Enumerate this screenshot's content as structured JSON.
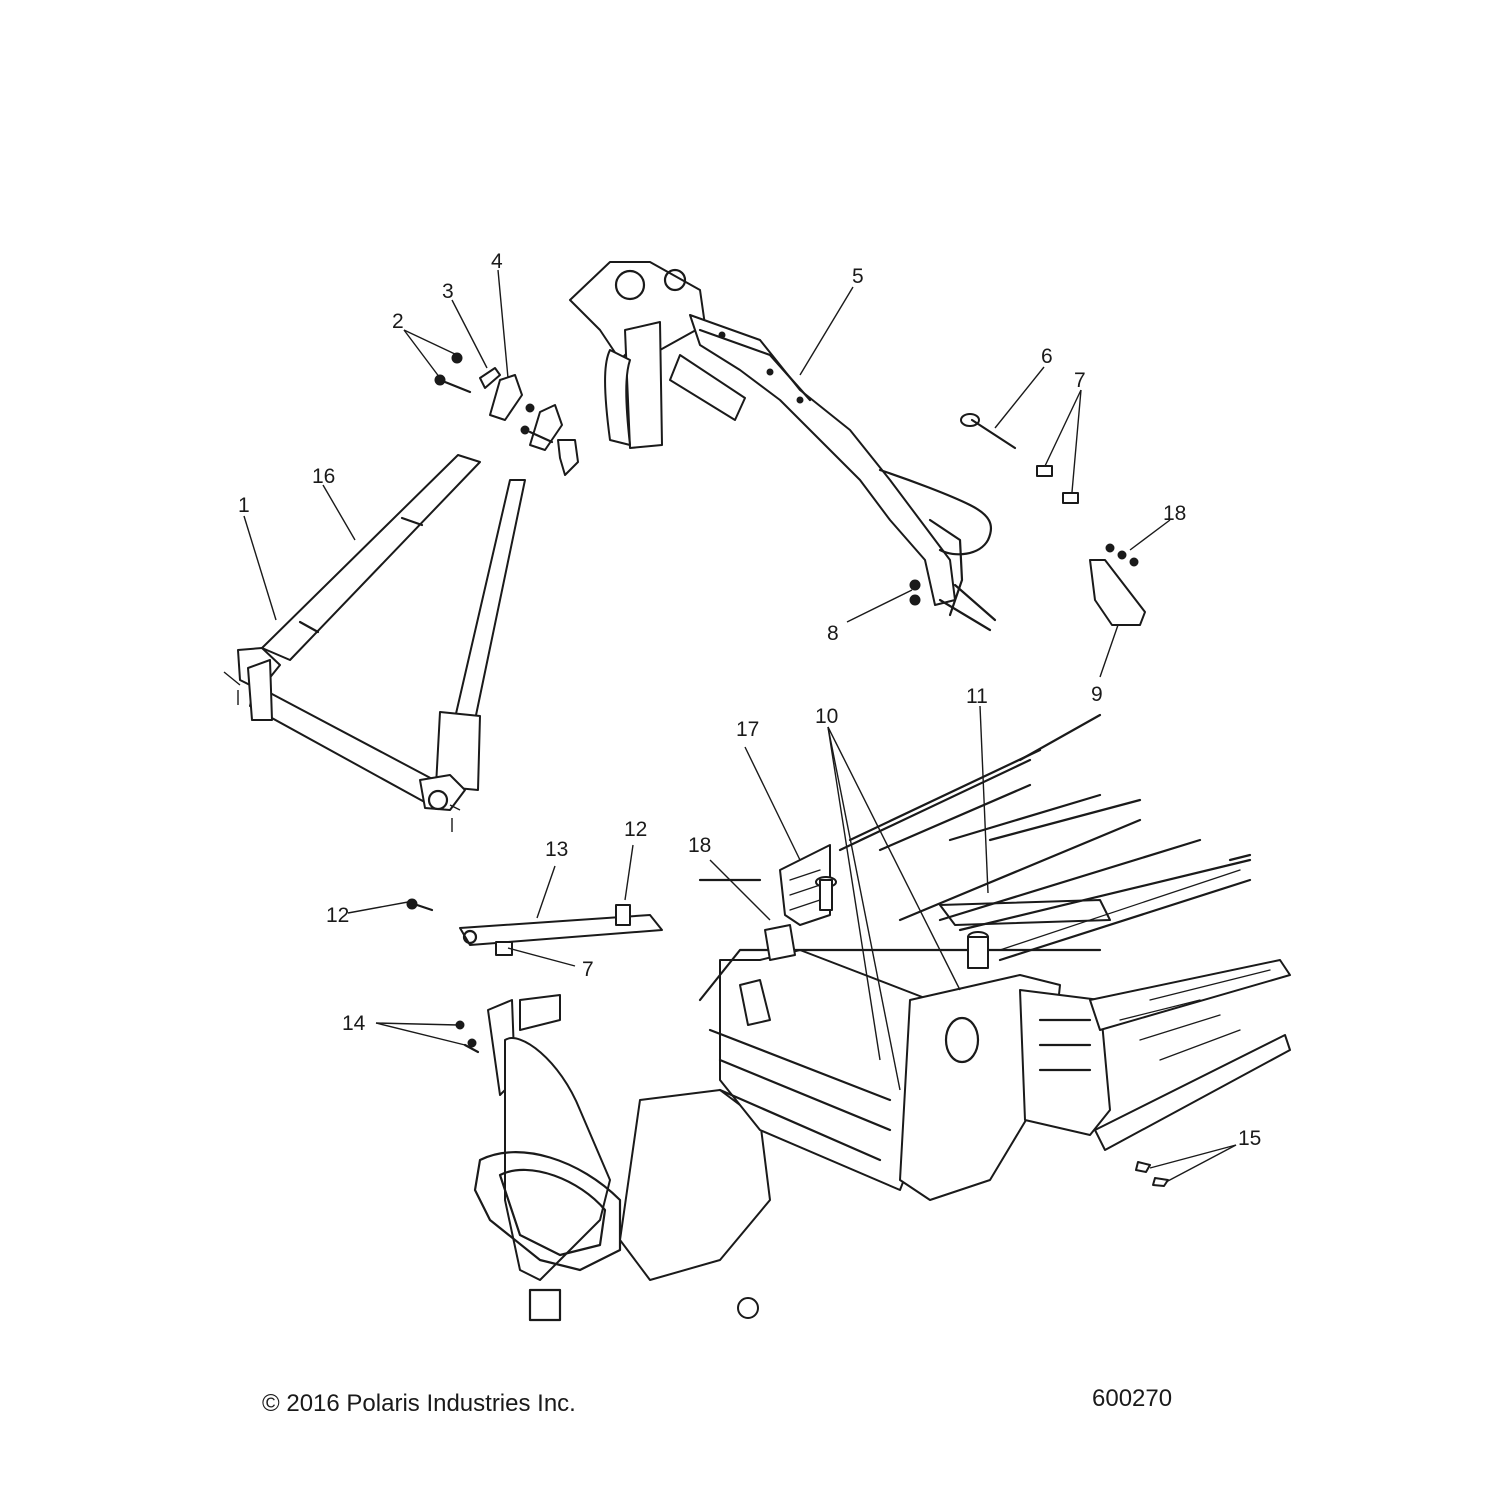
{
  "callouts": {
    "c1": "1",
    "c2": "2",
    "c3": "3",
    "c4": "4",
    "c5": "5",
    "c6": "6",
    "c7a": "7",
    "c7b": "7",
    "c8": "8",
    "c9": "9",
    "c10": "10",
    "c11": "11",
    "c12a": "12",
    "c12b": "12",
    "c13": "13",
    "c14": "14",
    "c15": "15",
    "c16": "16",
    "c17": "17",
    "c18a": "18",
    "c18b": "18"
  },
  "footer": {
    "copyright": "© 2016 Polaris Industries Inc.",
    "figure_number": "600270"
  }
}
